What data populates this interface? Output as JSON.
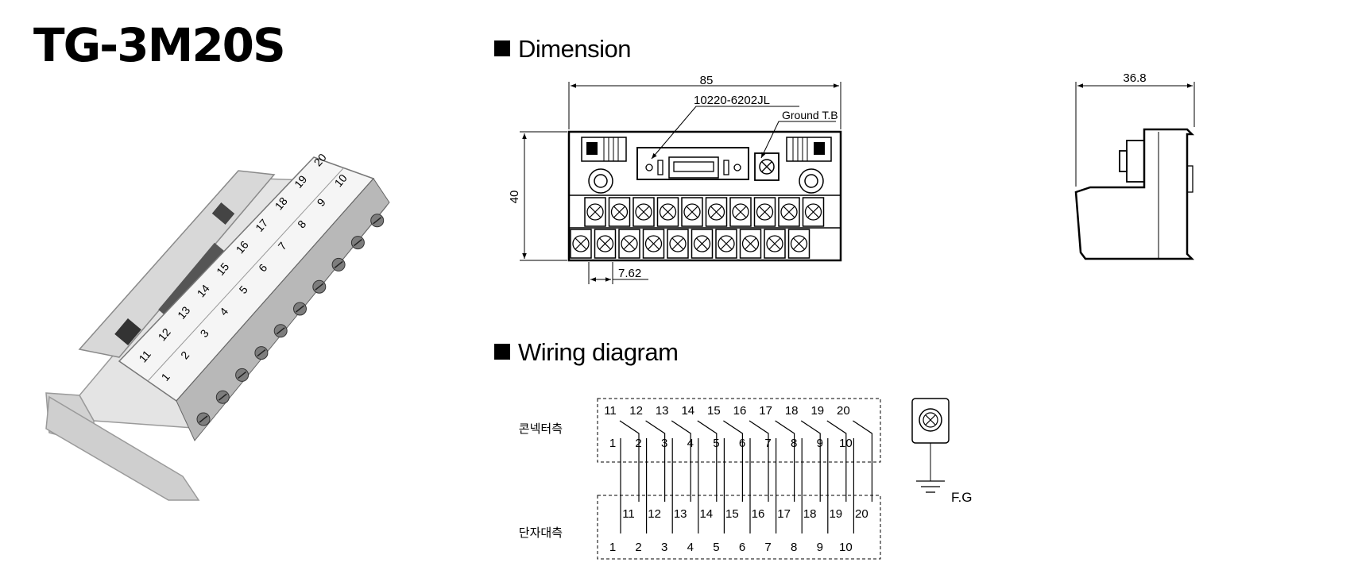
{
  "model": "TG-3M20S",
  "sections": {
    "dimension": "Dimension",
    "wiring": "Wiring diagram"
  },
  "dimension": {
    "width": "85",
    "height": "40",
    "depth": "36.8",
    "pitch": "7.62",
    "connector_label": "10220-6202JL",
    "ground_label": "Ground T.B"
  },
  "wiring": {
    "connector_side": "콘넥터측",
    "terminal_side": "단자대측",
    "fg": "F.G",
    "connector_top": [
      "11",
      "12",
      "13",
      "14",
      "15",
      "16",
      "17",
      "18",
      "19",
      "20"
    ],
    "connector_bottom": [
      "1",
      "2",
      "3",
      "4",
      "5",
      "6",
      "7",
      "8",
      "9",
      "10"
    ],
    "terminal_top": [
      "11",
      "12",
      "13",
      "14",
      "15",
      "16",
      "17",
      "18",
      "19",
      "20"
    ],
    "terminal_bottom": [
      "1",
      "2",
      "3",
      "4",
      "5",
      "6",
      "7",
      "8",
      "9",
      "10"
    ]
  },
  "photo_labels": {
    "front": [
      "1",
      "2",
      "3",
      "4",
      "5",
      "6",
      "7",
      "8",
      "9",
      "10"
    ],
    "back": [
      "11",
      "12",
      "13",
      "14",
      "15",
      "16",
      "17",
      "18",
      "19",
      "20"
    ]
  },
  "colors": {
    "ink": "#000000",
    "photo_body": "#e6e6e6",
    "photo_shade": "#bcbcbc"
  }
}
